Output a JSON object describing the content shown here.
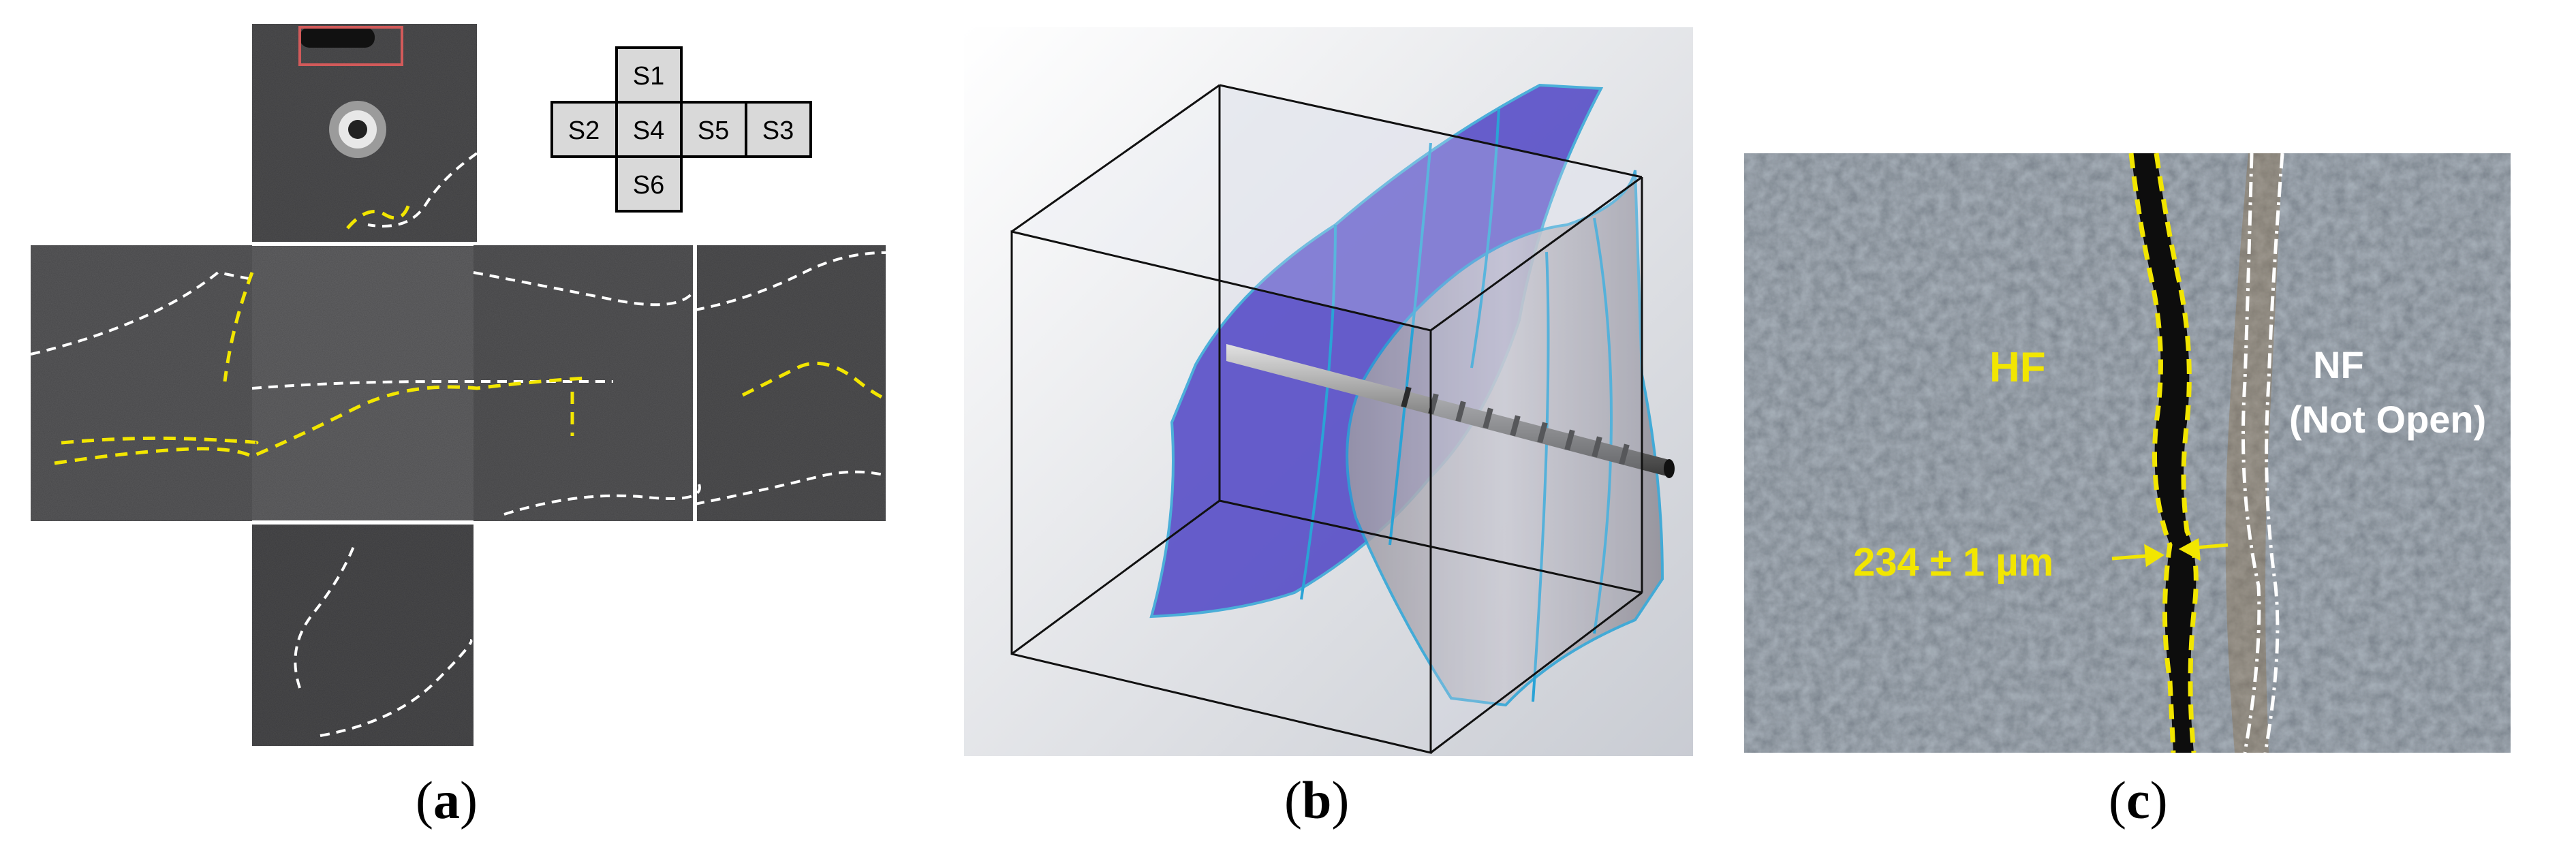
{
  "panel_a": {
    "caption_open": "(",
    "caption_letter": "a",
    "caption_close": ")",
    "legend_faces": [
      "S1",
      "S2",
      "S4",
      "S5",
      "S3",
      "S6"
    ]
  },
  "panel_b": {
    "caption_open": "(",
    "caption_letter": "b",
    "caption_close": ")"
  },
  "panel_c": {
    "caption_open": "(",
    "caption_letter": "c",
    "caption_close": ")",
    "label_hf": "HF",
    "label_nf": "NF",
    "label_nf_sub": "(Not Open)",
    "label_width": "234 ± 1 µm"
  },
  "colors": {
    "hydraulic_fracture": "#f2e600",
    "natural_fracture": "#ffffff",
    "fracture_surface": "#4a3fc4",
    "fracture_edge": "#2aa3d6"
  }
}
